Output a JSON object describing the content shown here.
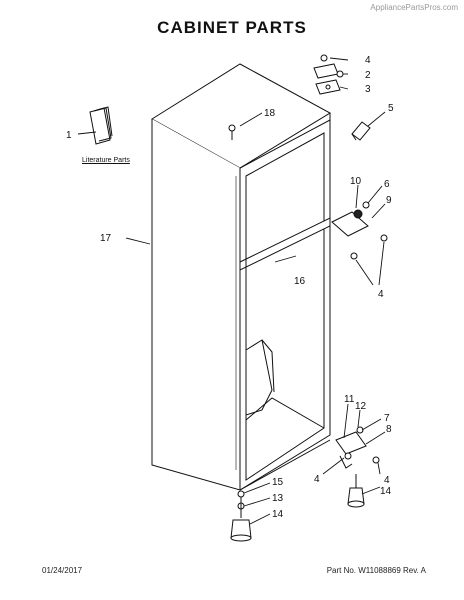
{
  "header": {
    "watermark": "AppliancePartsPros.com",
    "title": "CABINET PARTS"
  },
  "literature_label": "Literature Parts",
  "footer": {
    "date": "01/24/2017",
    "part_rev": "Part No. W11088869  Rev. A"
  },
  "callouts": [
    {
      "id": "c4a",
      "text": "4"
    },
    {
      "id": "c2",
      "text": "2"
    },
    {
      "id": "c3",
      "text": "3"
    },
    {
      "id": "c5",
      "text": "5"
    },
    {
      "id": "c18",
      "text": "18"
    },
    {
      "id": "c1",
      "text": "1"
    },
    {
      "id": "c10",
      "text": "10"
    },
    {
      "id": "c6",
      "text": "6"
    },
    {
      "id": "c9",
      "text": "9"
    },
    {
      "id": "c17",
      "text": "17"
    },
    {
      "id": "c16",
      "text": "16"
    },
    {
      "id": "c4b",
      "text": "4"
    },
    {
      "id": "c11",
      "text": "11"
    },
    {
      "id": "c12",
      "text": "12"
    },
    {
      "id": "c7",
      "text": "7"
    },
    {
      "id": "c8",
      "text": "8"
    },
    {
      "id": "c4c",
      "text": "4"
    },
    {
      "id": "c4d",
      "text": "4"
    },
    {
      "id": "c14a",
      "text": "14"
    },
    {
      "id": "c15",
      "text": "15"
    },
    {
      "id": "c13",
      "text": "13"
    },
    {
      "id": "c14b",
      "text": "14"
    }
  ]
}
